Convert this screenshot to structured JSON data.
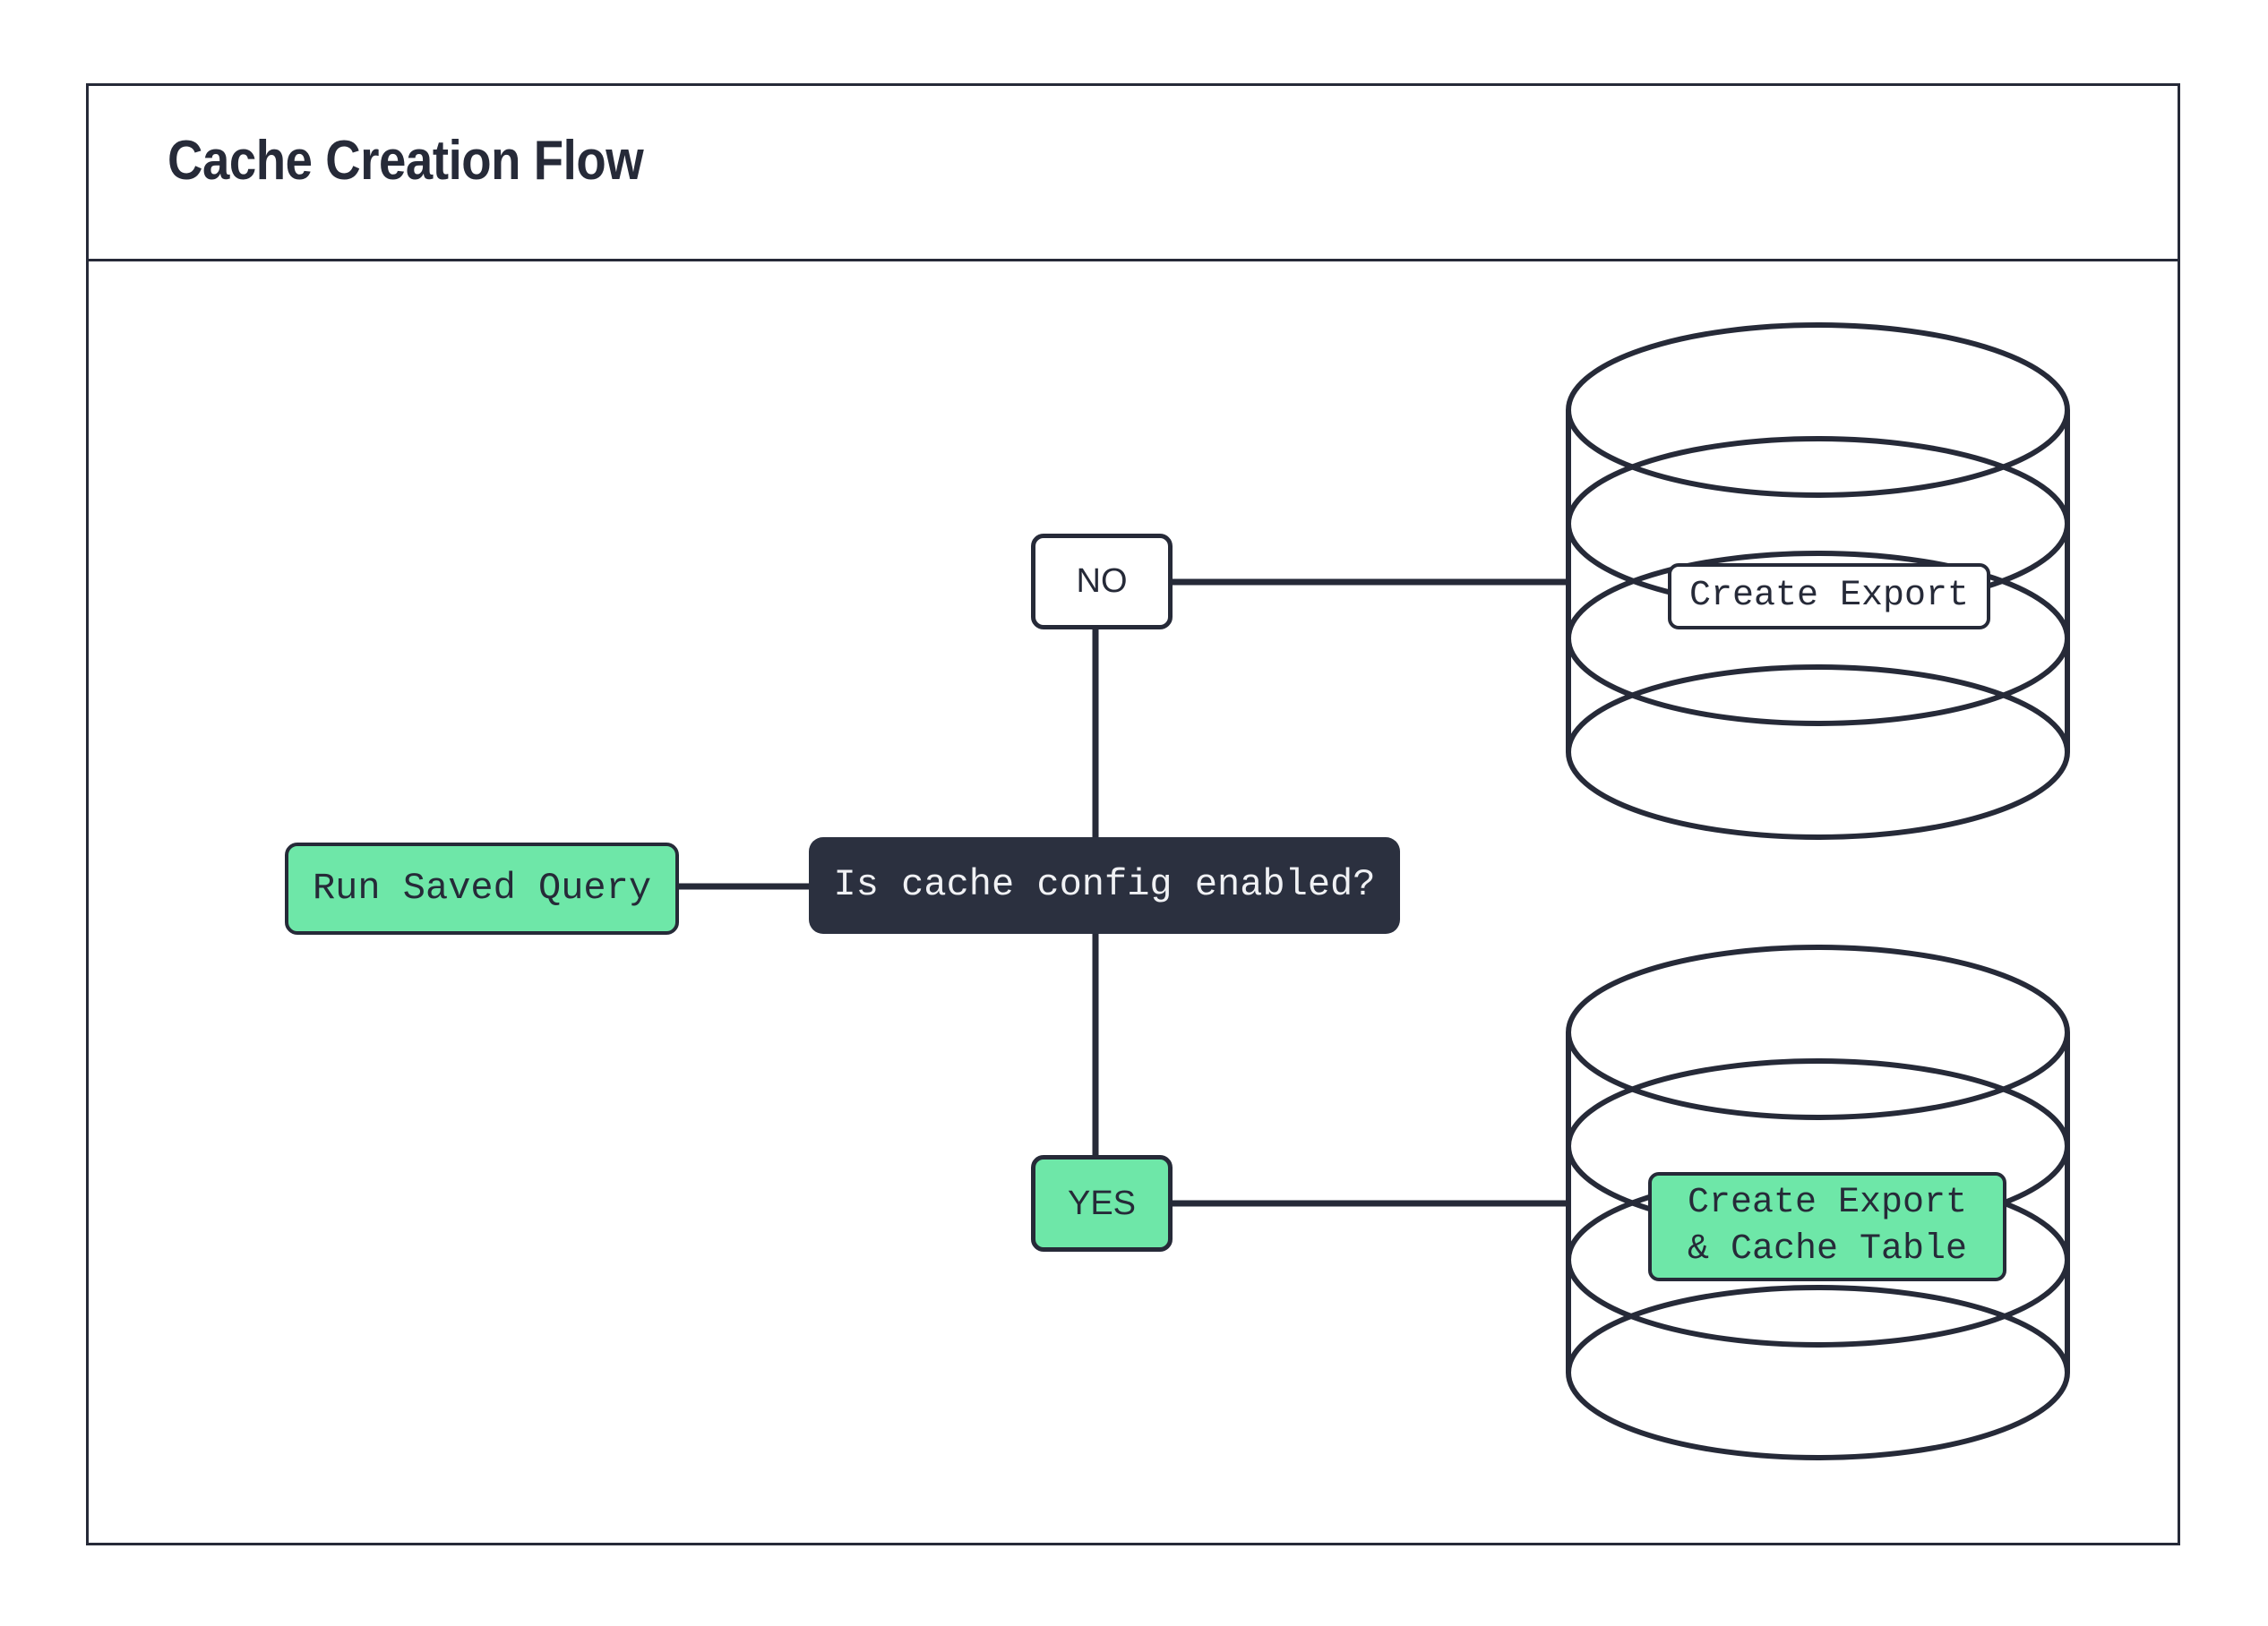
{
  "header": {
    "title": "Cache Creation Flow"
  },
  "nodes": {
    "start": {
      "label": "Run Saved Query",
      "shape": "process",
      "fill": "#6ee7a8"
    },
    "decision": {
      "label": "Is cache config enabled?",
      "shape": "decision",
      "fill": "#2b303f",
      "text_color": "#f0f1f4"
    },
    "branch_no": {
      "label": "NO",
      "fill": "#ffffff"
    },
    "branch_yes": {
      "label": "YES",
      "fill": "#6ee7a8"
    },
    "database_top": {
      "label": "Create Export",
      "shape": "database",
      "fill": "#ffffff"
    },
    "database_bottom": {
      "label_line1": "Create Export",
      "label_line2": "& Cache Table",
      "label": "Create Export\n& Cache Table",
      "shape": "database",
      "fill": "#6ee7a8"
    }
  },
  "edges": [
    {
      "from": "start",
      "to": "decision",
      "label": ""
    },
    {
      "from": "decision",
      "to": "branch_no",
      "label": ""
    },
    {
      "from": "branch_no",
      "to": "database_top",
      "label": ""
    },
    {
      "from": "decision",
      "to": "branch_yes",
      "label": ""
    },
    {
      "from": "branch_yes",
      "to": "database_bottom",
      "label": ""
    }
  ],
  "colors": {
    "stroke": "#262a38",
    "accent_green": "#6ee7a8",
    "dark_fill": "#2b303f",
    "background": "#ffffff"
  }
}
